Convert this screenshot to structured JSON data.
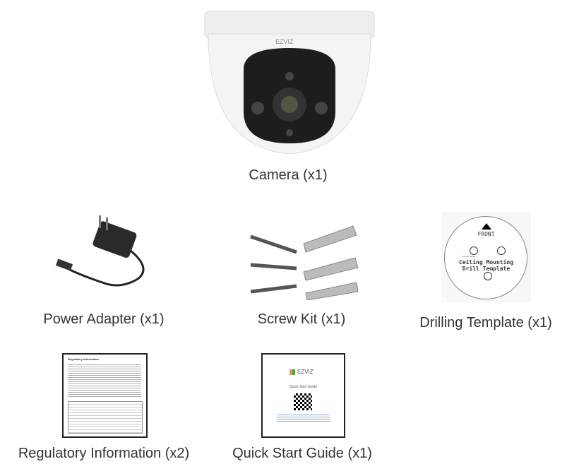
{
  "items": [
    {
      "label": "Camera (x1)",
      "logo_text": "EZVIZ"
    },
    {
      "label": "Power Adapter (x1)"
    },
    {
      "label": "Screw Kit (x1)"
    },
    {
      "label": "Drilling Template (x1)",
      "front_text": "FRONT",
      "title_line1": "Ceiling Mounting",
      "title_line2": "Drill Template",
      "hole_label": "Screw hole"
    },
    {
      "label": "Regulatory Information (x2)",
      "doc_title": "Regulatory Information"
    },
    {
      "label": "Quick Start Guide (x1)",
      "logo_text": "EZVIZ",
      "doc_title": "Quick Start Guide"
    }
  ],
  "colors": {
    "caption": "#333333",
    "camera_body": "#f2f2f2",
    "lens": "#1a1a1a"
  }
}
